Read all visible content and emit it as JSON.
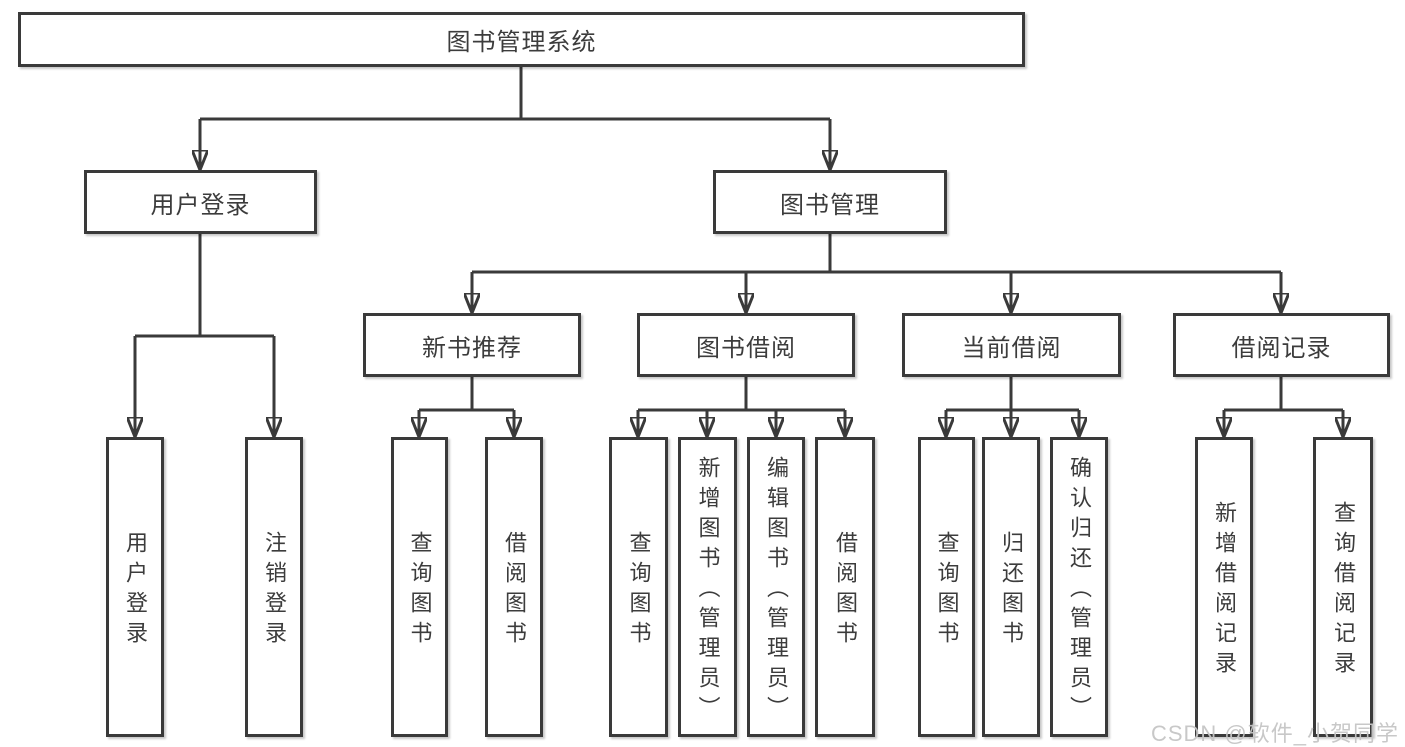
{
  "tree": {
    "root": "图书管理系统",
    "branches": [
      {
        "label": "用户登录",
        "leaves": [
          "用户登录",
          "注销登录"
        ]
      },
      {
        "label": "图书管理",
        "sections": [
          {
            "label": "新书推荐",
            "leaves": [
              "查询图书",
              "借阅图书"
            ]
          },
          {
            "label": "图书借阅",
            "leaves": [
              "查询图书",
              "新增图书（管理员）",
              "编辑图书（管理员）",
              "借阅图书"
            ]
          },
          {
            "label": "当前借阅",
            "leaves": [
              "查询图书",
              "归还图书",
              "确认归还（管理员）"
            ]
          },
          {
            "label": "借阅记录",
            "leaves": [
              "新增借阅记录",
              "查询借阅记录"
            ]
          }
        ]
      }
    ]
  },
  "watermark": "CSDN @软件_小贺同学",
  "colors": {
    "line": "#3a3a3a",
    "box_border": "#3a3a3a",
    "text": "#3c3c3c",
    "watermark": "#c5c5c5",
    "background": "#ffffff"
  }
}
